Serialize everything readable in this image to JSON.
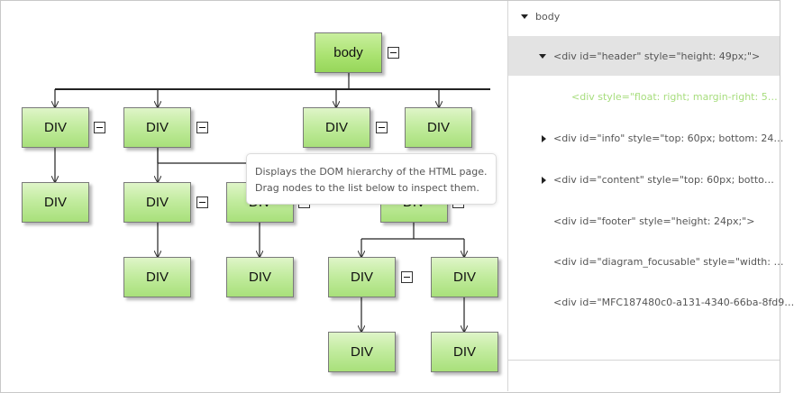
{
  "diagram": {
    "nodes": {
      "body": "body",
      "div": "DIV"
    },
    "tooltip": {
      "line1": "Displays the DOM hierarchy of the HTML page.",
      "line2": "Drag nodes to the list below to inspect them."
    }
  },
  "tree": {
    "items": [
      {
        "label": "body",
        "expander": "expanded"
      },
      {
        "label": "<div id=\"header\" style=\"height: 49px;\">",
        "expander": "expanded",
        "selected": true
      },
      {
        "label": "<div style=\"float: right; margin-right: 5…",
        "expander": "none",
        "dragged": true
      },
      {
        "label": "<div id=\"info\" style=\"top: 60px; bottom: 24…",
        "expander": "collapsed"
      },
      {
        "label": "<div id=\"content\" style=\"top: 60px; botto…",
        "expander": "collapsed"
      },
      {
        "label": "<div id=\"footer\" style=\"height: 24px;\">",
        "expander": "none"
      },
      {
        "label": "<div id=\"diagram_focusable\" style=\"width: …",
        "expander": "none"
      },
      {
        "label": "<div id=\"MFC187480c0-a131-4340-66ba-8fd9…",
        "expander": "none"
      }
    ]
  },
  "colors": {
    "node_fill": "#c3eca0",
    "selection": "#e3e3e3",
    "dragged_text": "#a7dd7d"
  }
}
